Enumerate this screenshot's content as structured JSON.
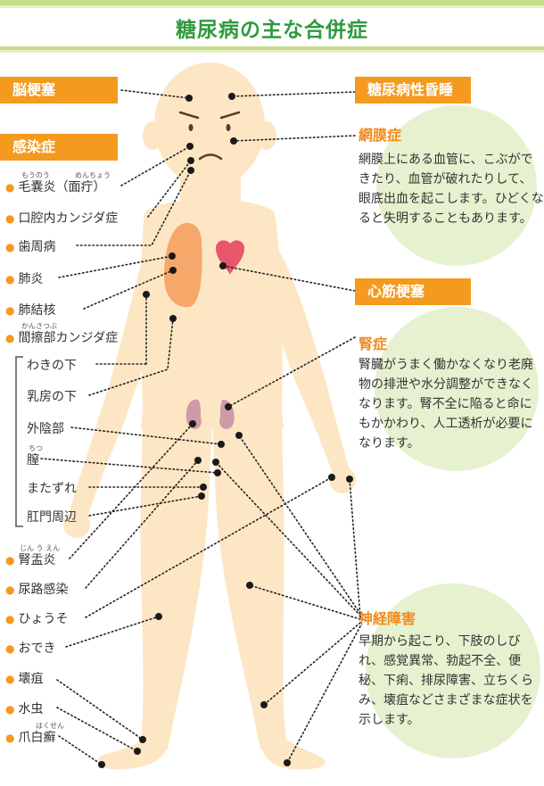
{
  "title": "糖尿病の主な合併症",
  "left_labels": {
    "stroke": "脳梗塞",
    "infection": "感染症"
  },
  "right_labels": {
    "coma": "糖尿病性昏睡",
    "infarction": "心筋梗塞"
  },
  "left_items": [
    {
      "text": "毛嚢炎（面疔）",
      "ruby": [
        "もうのう",
        "めんちょう"
      ]
    },
    {
      "text": "口腔内カンジダ症"
    },
    {
      "text": "歯周病"
    },
    {
      "text": "肺炎"
    },
    {
      "text": "肺結核"
    },
    {
      "text": "間擦部カンジダ症",
      "ruby": [
        "かんさつぶ"
      ]
    }
  ],
  "sub_items": [
    {
      "text": "わきの下"
    },
    {
      "text": "乳房の下"
    },
    {
      "text": "外陰部"
    },
    {
      "text": "膣",
      "ruby": [
        "ちつ"
      ]
    },
    {
      "text": "またずれ"
    },
    {
      "text": "肛門周辺"
    }
  ],
  "lower_items": [
    {
      "text": "腎盂炎",
      "ruby": [
        "じん う えん"
      ]
    },
    {
      "text": "尿路感染"
    },
    {
      "text": "ひょうそ"
    },
    {
      "text": "おでき"
    },
    {
      "text": "壊疽"
    },
    {
      "text": "水虫"
    },
    {
      "text": "爪白癬",
      "ruby": [
        "はくせん"
      ]
    }
  ],
  "complications": {
    "retinopathy": {
      "title": "網膜症",
      "text": "網膜上にある血管に、こぶができたり、血管が破れたりして、眼底出血を起こします。ひどくなると失明することもあります。"
    },
    "nephropathy": {
      "title": "腎症",
      "text": "腎臓がうまく働かなくなり老廃物の排泄や水分調整ができなくなります。腎不全に陥ると命にもかかわり、人工透析が必要になります。"
    },
    "neuropathy": {
      "title": "神経障害",
      "text": "早期から起こり、下肢のしびれ、感覚異常、勃起不全、便秘、下痢、排尿障害、立ちくらみ、壊疽などさまざまな症状を示します。"
    }
  },
  "colors": {
    "orange": "#f39a1f",
    "green_title": "#2f9a3f",
    "skin": "#fde6c4",
    "green_circle": "#e6f1cf",
    "lung": "#f5a86a",
    "heart": "#e8566b",
    "kidney": "#cf9aa8"
  }
}
